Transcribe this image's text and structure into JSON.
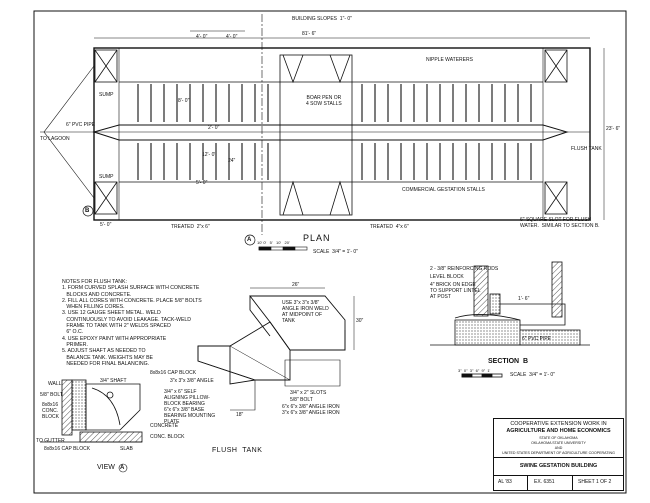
{
  "plan": {
    "building_slopes": "BUILDING SLOPES  1\"- 0\"",
    "overall_length": "81'- 6\"",
    "dim_a": "4'- 0\"",
    "dim_b": "4'- 0\"",
    "dim_c": "2'- 0\"",
    "dim_d": "5'- 0\"",
    "dim_e": "8'- 0\"",
    "dim_f": "12'- 0\"",
    "dim_g": "24\"",
    "dim_h": "23'- 6\"",
    "dim_i": "5'- 0\"",
    "nipple_waterers": "NIPPLE WATERERS",
    "boar_pen": "BOAR PEN OR\n4 SOW STALLS",
    "sump_top": "SUMP",
    "sump_bottom": "SUMP",
    "pvc_pipe": "6\" PVC PIPE",
    "to_lagoon": "TO LAGOON",
    "flush_tank": "FLUSH TANK",
    "gestation_stalls": "COMMERCIAL GESTATION STALLS",
    "treated_left": "TREATED  2\"x 6\"",
    "treated_right": "TREATED  4\"x 6\"",
    "slot_note": "6\" SQUARE SLOT FOR FLUSH\nWATER.  SIMILAR TO SECTION B.",
    "marker_a": "A",
    "marker_b": "B",
    "title": "PLAN",
    "scale_label": "SCALE  3/4\" = 1'- 0\"",
    "scale_nums": "10' 0'   5'   10'   20'"
  },
  "notes": {
    "heading": "NOTES FOR FLUSH TANK:",
    "lines": [
      "1. FORM CURVED SPLASH SURFACE WITH CONCRETE",
      "   BLOCKS AND CONCRETE.",
      "2. FILL ALL CORES WITH CONCRETE. PLACE 5/8\" BOLTS",
      "   WHEN FILLING CORES.",
      "3. USE 12 GAUGE SHEET METAL. WELD",
      "   CONTINUOUSLY TO AVOID LEAKAGE. TACK-WELD",
      "   FRAME TO TANK WITH 2\" WELDS SPACED",
      "   6\" O.C.",
      "4. USE EPOXY PAINT WITH APPROPRIATE",
      "   PRIMER.",
      "5. ADJUST SHAFT AS NEEDED TO",
      "   BALANCE TANK. WEIGHTS MAY BE",
      "   NEEDED FOR FINAL BALANCING."
    ]
  },
  "flush_tank": {
    "dim_top": "26\"",
    "dim_side": "30\"",
    "angle_note_1": "USE 3\"x 3\"x 3/8\"\nANGLE IRON WELD\nAT MIDPOINT OF\nTANK",
    "cap_block": "8x8x16 CAP BLOCK",
    "angle_2": "3\"x 3\"x 3/8\" ANGLE",
    "bolt": "3/4\" x 6\" SELF\nALIGNING PILLOW-\nBLOCK BEARING",
    "plate": "6\"x 6\"x 3/8\" BASE\nBEARING MOUNTING\nPLATE",
    "concrete": "CONCRETE",
    "conc_block": "CONC. BLOCK",
    "slots": "3/4\" x 2\" SLOTS",
    "bolt_2": "5/8\" BOLT",
    "angle_3": "6\"x 6\"x 3/8\" ANGLE IRON\n3\"x 6\"x 3/8\" ANGLE IRON",
    "dim_bottom": "18\"",
    "title": "FLUSH  TANK"
  },
  "view_a": {
    "wall": "WALL",
    "bolts": "5/8\" BOLT",
    "conc_block": "8x8x16\nCONC.\nBLOCK",
    "shaft": "3/4\" SHAFT",
    "to_gutter": "TO GUTTER",
    "cap_block": "8x8x16 CAP BLOCK",
    "slab": "SLAB",
    "title": "VIEW",
    "marker": "A"
  },
  "section_b": {
    "reinf_rods": "2 - 3/8\" REINFORCING RODS",
    "level_block": "LEVEL BLOCK",
    "brick_note": "4\" BRICK ON EDGE\nTO SUPPORT LINTEL\nAT POST",
    "dim": "1'- 6\"",
    "pvc": "6\" PVC PIPE",
    "title": "SECTION  B",
    "scale_label": "SCALE  3/4\" = 1'- 0\"",
    "scale_nums": "3\"  0\"  3\"  6\"  9\"  1'"
  },
  "title_block": {
    "line1": "COOPERATIVE EXTENSION WORK IN",
    "line2": "AGRICULTURE AND HOME ECONOMICS",
    "line3": "STATE OF OKLAHOMA",
    "line4": "OKLAHOMA STATE UNIVERSITY",
    "line5": "AND",
    "line6": "UNITED STATES DEPARTMENT OF AGRICULTURE COOPERATING",
    "drawing_title": "SWINE   GESTATION   BUILDING",
    "date": "AL  '83",
    "ex_no": "EX. 6351",
    "sheet": "SHEET 1 OF 2"
  },
  "colors": {
    "ink": "#111111",
    "paper": "#ffffff",
    "hatch": "#555555"
  }
}
